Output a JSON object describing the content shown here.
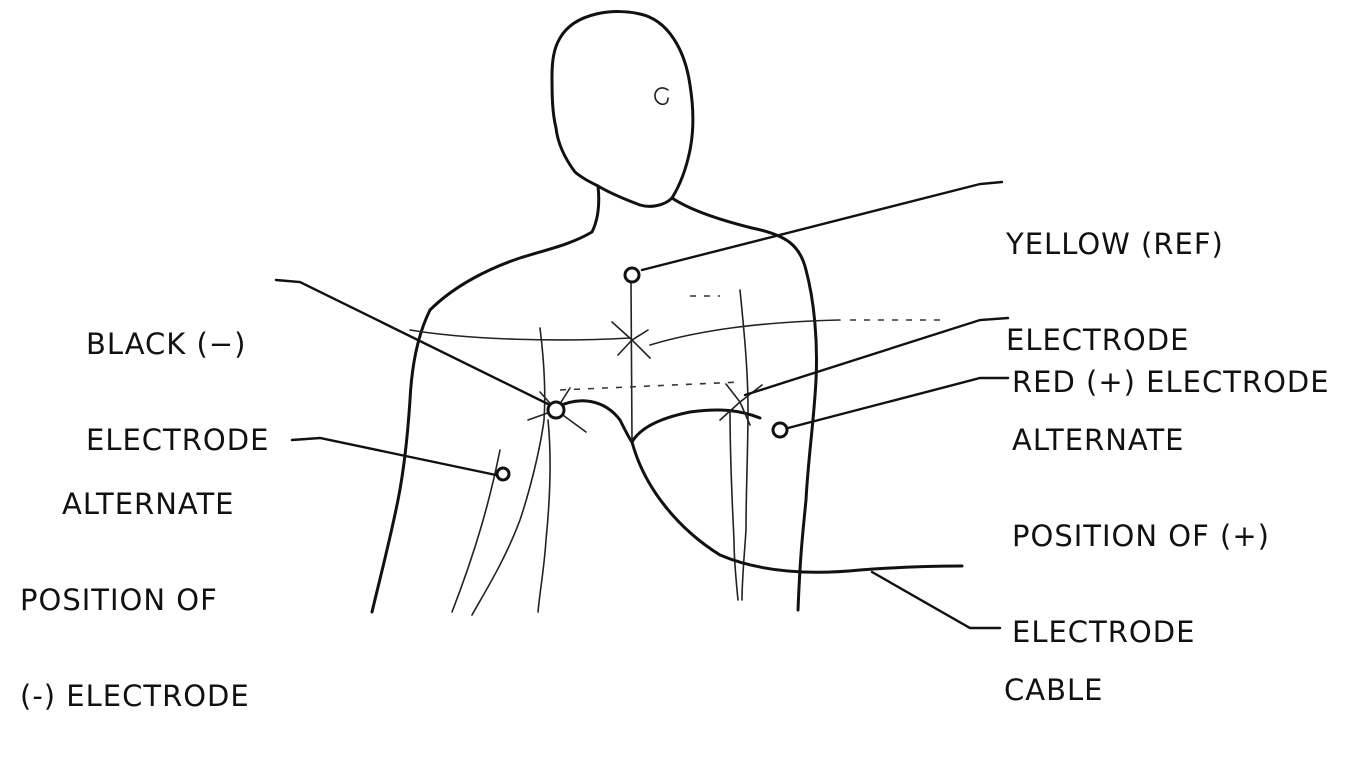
{
  "labels": {
    "yellow": {
      "line1": "YELLOW (REF)",
      "line2": "ELECTRODE"
    },
    "black": {
      "line1": "BLACK (−)",
      "line2": "ELECTRODE"
    },
    "red": {
      "line1": "RED (+) ELECTRODE"
    },
    "alt_pos": {
      "line1": "ALTERNATE",
      "line2": "POSITION OF (+)",
      "line3": "ELECTRODE"
    },
    "alt_neg": {
      "line1": "ALTERNATE",
      "line2": "POSITION OF",
      "line3": "(-) ELECTRODE"
    },
    "cable": {
      "line1": "CABLE"
    }
  }
}
